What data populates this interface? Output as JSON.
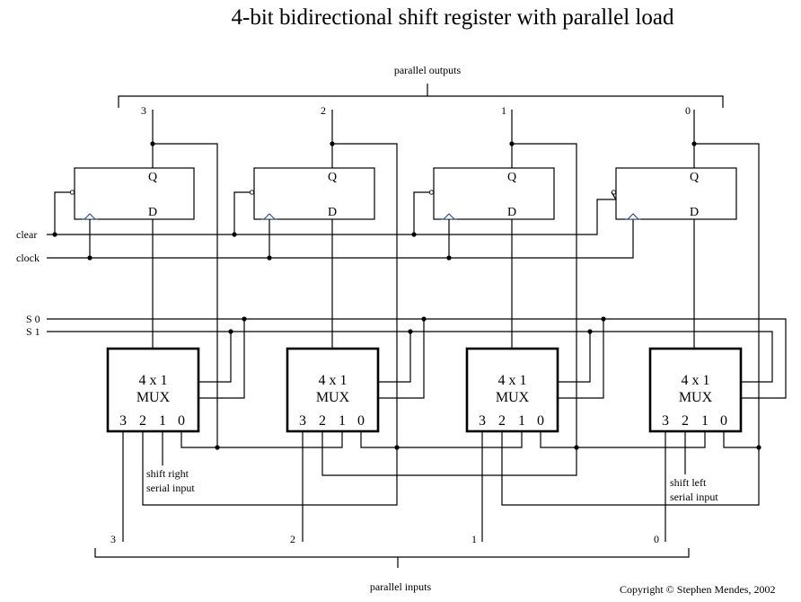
{
  "title": "4-bit bidirectional shift register with parallel load",
  "outputs_label": "parallel outputs",
  "inputs_label": "parallel inputs",
  "copyright": "Copyright © Stephen Mendes, 2002",
  "signals": {
    "clear": "clear",
    "clock": "clock",
    "s0": "S 0",
    "s1": "S 1"
  },
  "flipflop": {
    "q_label": "Q",
    "d_label": "D"
  },
  "mux": {
    "line1": "4 x 1",
    "line2": "MUX",
    "pins": [
      "3",
      "2",
      "1",
      "0"
    ]
  },
  "stages": [
    {
      "bit": "3",
      "output_label": "3",
      "input_label": "3"
    },
    {
      "bit": "2",
      "output_label": "2",
      "input_label": "2"
    },
    {
      "bit": "1",
      "output_label": "1",
      "input_label": "1"
    },
    {
      "bit": "0",
      "output_label": "0",
      "input_label": "0"
    }
  ],
  "serial_inputs": {
    "right": [
      "shift right",
      "serial input"
    ],
    "left": [
      "shift left",
      "serial input"
    ]
  },
  "icons": {
    "clock_edge": "clock-triangle-icon",
    "clear_bubble": "inversion-bubble-icon",
    "junction": "junction-dot-icon"
  }
}
